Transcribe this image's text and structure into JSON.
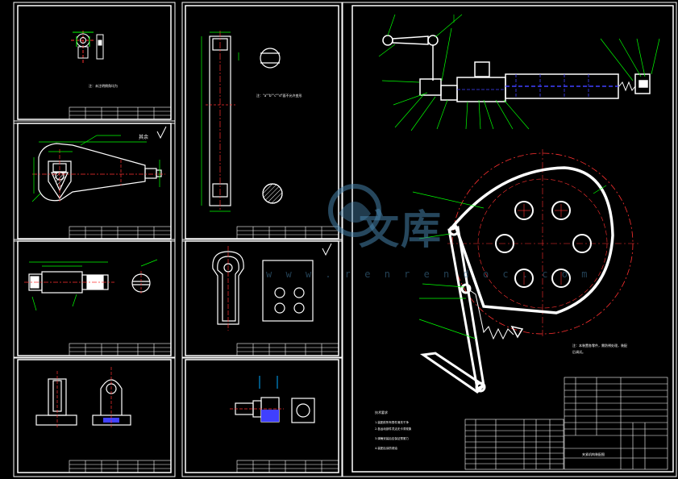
{
  "watermark": {
    "latin": "renrendoc",
    "cn": "文库",
    "url": "w w w . r e n r e n d o c . c o m"
  },
  "sheets": {
    "note_small_1": "注：未注明倒角均为",
    "note_small_2": "注：\"a\"\"b\"\"c\"\"d\"面不允许变形",
    "surface_mark": "其余",
    "main_note": "注：本装置各零件，需防锈处理，装配",
    "main_note2": "后调试。",
    "tech_title": "技术要求",
    "tech_items": [
      "1.装配前所有零件清洗干净",
      "2.各运动部件灵活无卡滞现象",
      "3.弹簧安装后应保证预紧力",
      "4.装配后涂防锈油"
    ],
    "title_block": "夹紧机构装配图"
  }
}
